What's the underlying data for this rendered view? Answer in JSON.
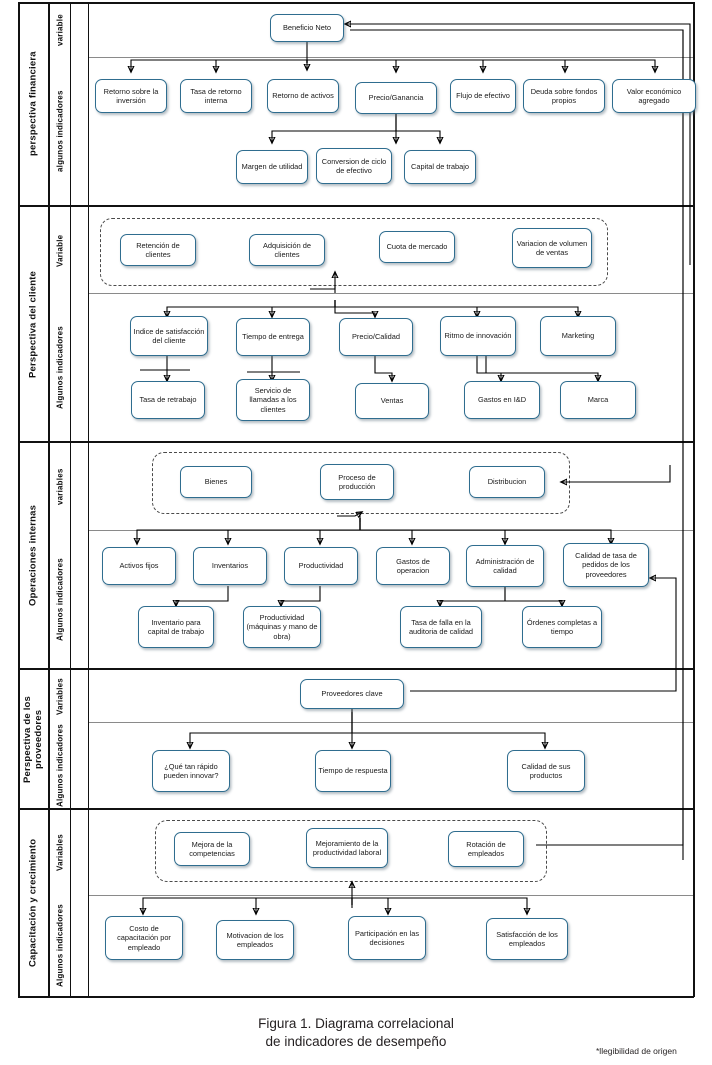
{
  "figure": {
    "caption_line1": "Figura 1. Diagrama correlacional",
    "caption_line2": "de indicadores de desempeño",
    "note": "*llegibilidad de origen",
    "colors": {
      "node_border": "#2f6d8f",
      "node_fill": "#ffffff",
      "frame": "#111111",
      "dashed_group": "#4a4a4a",
      "caption_text": "#231f20"
    }
  },
  "bands": [
    {
      "id": "financiera",
      "label": "perspectiva financiera",
      "rows": [
        {
          "id": "fin-var",
          "label": "variable"
        },
        {
          "id": "fin-ind",
          "label": "algunos indicadores"
        }
      ]
    },
    {
      "id": "cliente",
      "label": "Perspectiva del cliente",
      "rows": [
        {
          "id": "cli-var",
          "label": "Variable"
        },
        {
          "id": "cli-ind",
          "label": "Algunos indicadores"
        }
      ]
    },
    {
      "id": "operaciones",
      "label": "Operaciones internas",
      "rows": [
        {
          "id": "ope-var",
          "label": "variables"
        },
        {
          "id": "ope-ind",
          "label": "Algunos  indicadores"
        }
      ]
    },
    {
      "id": "proveedores",
      "label": "Perspectiva de los proveedores",
      "rows": [
        {
          "id": "pro-var",
          "label": "Variables"
        },
        {
          "id": "pro-ind",
          "label": "Algunos indicadores"
        }
      ]
    },
    {
      "id": "capacitacion",
      "label": "Capacitación y crecimiento",
      "rows": [
        {
          "id": "cap-var",
          "label": "Variables"
        },
        {
          "id": "cap-ind",
          "label": "Algunos indicadores"
        }
      ]
    }
  ],
  "nodes": {
    "beneficio_neto": "Beneficio Neto",
    "retorno_inversion": "Retorno sobre la inversión",
    "tasa_retorno_interna": "Tasa de retorno interna",
    "retorno_activos": "Retorno de activos",
    "precio_ganancia": "Precio/Ganancia",
    "flujo_efectivo": "Flujo de efectivo",
    "deuda_fondos": "Deuda sobre fondos propios",
    "valor_economico": "Valor económico agregado",
    "margen_utilidad": "Margen de utilidad",
    "conversion_ciclo": "Conversion de ciclo de efectivo",
    "capital_trabajo": "Capital de trabajo",
    "retencion_clientes": "Retención de clientes",
    "adquisicion_clientes": "Adquisición de clientes",
    "cuota_mercado": "Cuota de mercado",
    "variacion_volumen": "Variacion de volumen de ventas",
    "indice_satisfaccion": "Indice de satisfacción del cliente",
    "tiempo_entrega": "Tiempo de entrega",
    "precio_calidad": "Precio/Calidad",
    "ritmo_innovacion": "Ritmo de innovación",
    "marketing": "Marketing",
    "tasa_retrabajo": "Tasa de retrabajo",
    "servicio_llamadas": "Servicio de llamadas a los clientes",
    "ventas": "Ventas",
    "gastos_iyd": "Gastos en I&D",
    "marca": "Marca",
    "bienes": "Bienes",
    "proceso_produccion": "Proceso de producción",
    "distribucion": "Distribucion",
    "activos_fijos": "Activos fijos",
    "inventarios": "Inventarios",
    "productividad": "Productividad",
    "gastos_operacion": "Gastos de operacion",
    "administracion_calidad": "Administración de calidad",
    "calidad_tasa_pedidos": "Calidad de tasa de pedidos de los proveedores",
    "inventario_capital": "Inventario para capital de trabajo",
    "productividad_maq": "Productividad (máquinas y mano de obra)",
    "tasa_falla": "Tasa de falla en la auditoria de calidad",
    "ordenes_completas": "Órdenes completas a tiempo",
    "proveedores_clave": "Proveedores clave",
    "que_tan_rapido": "¿Qué tan rápido pueden innovar?",
    "tiempo_respuesta": "Tiempo de respuesta",
    "calidad_productos": "Calidad de sus productos",
    "mejora_competencias": "Mejora de la competencias",
    "mejoramiento_productividad": "Mejoramiento de la productividad laboral",
    "rotacion_empleados": "Rotación de empleados",
    "costo_capacitacion": "Costo de capacitación por empleado",
    "motivacion_empleados": "Motivacion de los empleados",
    "participacion_decisiones": "Participación en las decisiones",
    "satisfaccion_empleados": "Satisfacción de los empleados"
  }
}
